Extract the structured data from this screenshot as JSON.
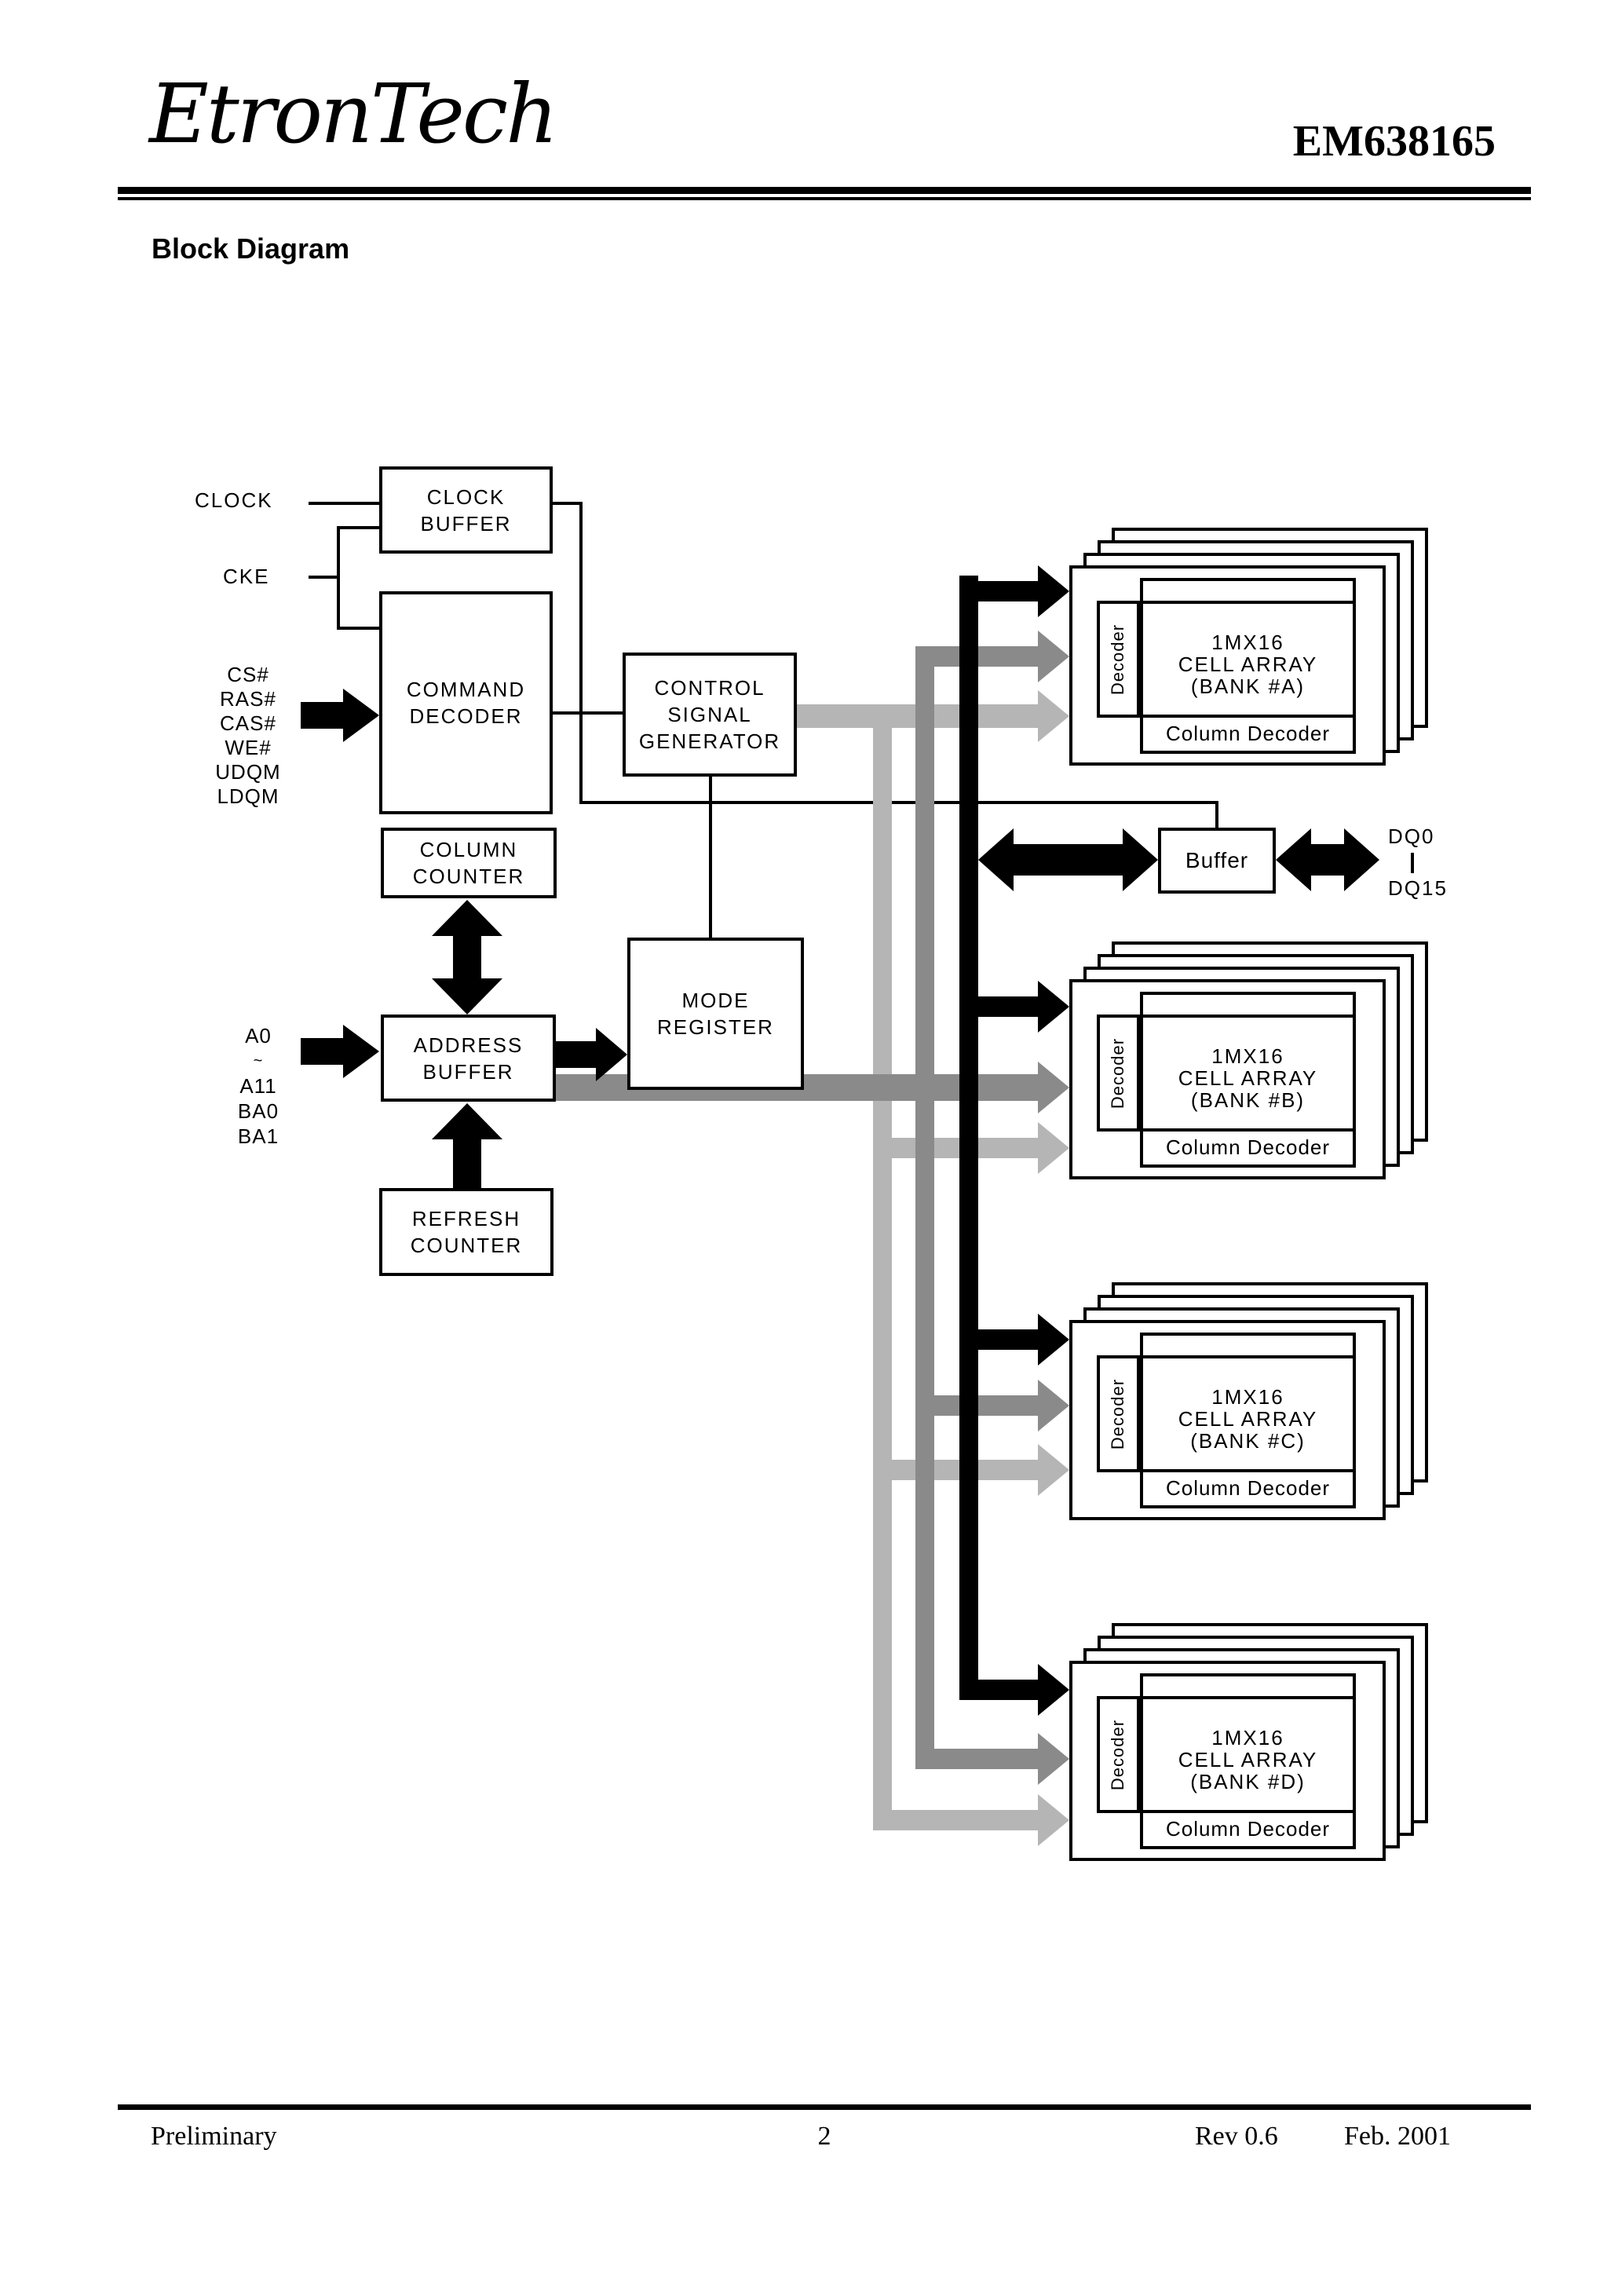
{
  "header": {
    "logo": "EtronTech",
    "part_number": "EM638165",
    "section_title": "Block Diagram"
  },
  "signals": {
    "clock": "CLOCK",
    "cke": "CKE",
    "command_inputs": [
      "CS#",
      "RAS#",
      "CAS#",
      "WE#",
      "UDQM",
      "LDQM"
    ],
    "address_inputs": [
      "A0",
      "~",
      "A11",
      "BA0",
      "BA1"
    ],
    "dq_top": "DQ0",
    "dq_bottom": "DQ15"
  },
  "blocks": {
    "clock_buffer": {
      "line1": "CLOCK",
      "line2": "BUFFER"
    },
    "command_decoder": {
      "line1": "COMMAND",
      "line2": "DECODER"
    },
    "control_signal_generator": {
      "line1": "CONTROL",
      "line2": "SIGNAL",
      "line3": "GENERATOR"
    },
    "column_counter": {
      "line1": "COLUMN",
      "line2": "COUNTER"
    },
    "address_buffer": {
      "line1": "ADDRESS",
      "line2": "BUFFER"
    },
    "mode_register": {
      "line1": "MODE",
      "line2": "REGISTER"
    },
    "refresh_counter": {
      "line1": "REFRESH",
      "line2": "COUNTER"
    },
    "buffer": {
      "line1": "Buffer"
    }
  },
  "banks": [
    {
      "size": "1MX16",
      "array": "CELL ARRAY",
      "bank": "(BANK #A)",
      "decoder": "Decoder",
      "column_decoder": "Column Decoder"
    },
    {
      "size": "1MX16",
      "array": "CELL ARRAY",
      "bank": "(BANK #B)",
      "decoder": "Decoder",
      "column_decoder": "Column Decoder"
    },
    {
      "size": "1MX16",
      "array": "CELL ARRAY",
      "bank": "(BANK #C)",
      "decoder": "Decoder",
      "column_decoder": "Column Decoder"
    },
    {
      "size": "1MX16",
      "array": "CELL ARRAY",
      "bank": "(BANK #D)",
      "decoder": "Decoder",
      "column_decoder": "Column Decoder"
    }
  ],
  "footer": {
    "status": "Preliminary",
    "page": "2",
    "revision": "Rev 0.6",
    "date": "Feb. 2001"
  },
  "colors": {
    "black_bus": "#000000",
    "row_address_bus_gray": "#8a8a8a",
    "control_bus_light_gray": "#b5b5b5"
  }
}
